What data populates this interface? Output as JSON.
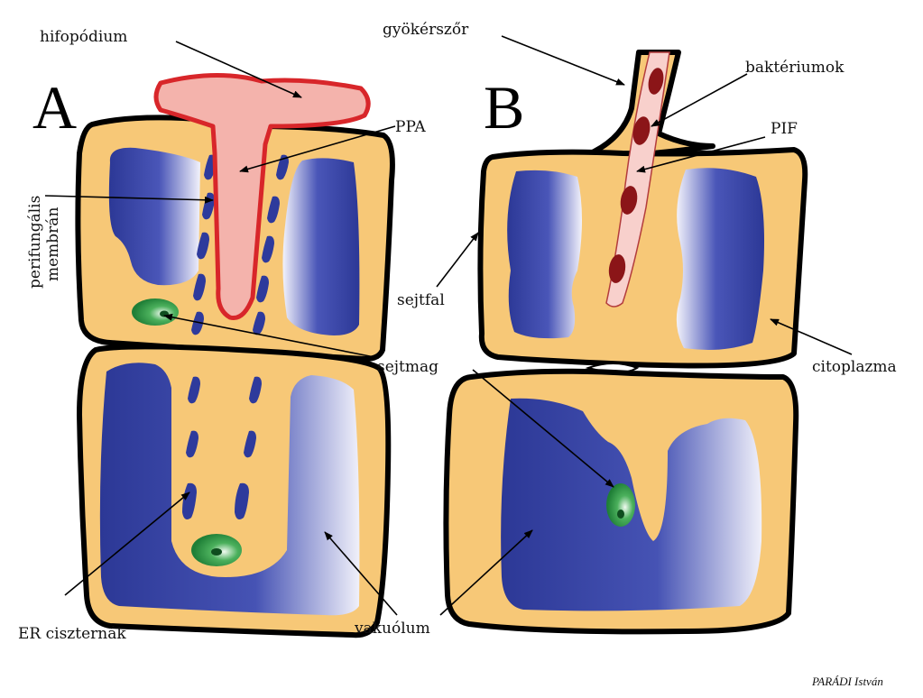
{
  "panels": {
    "a": "A",
    "b": "B"
  },
  "labels": {
    "hifopodium": "hifopódium",
    "ppa": "PPA",
    "perifungalis_line1": "perifungális",
    "perifungalis_line2": "membrán",
    "sejtmag": "sejtmag",
    "er": "ER ciszternák",
    "vakuolum": "vakuólum",
    "gyokerszor": "gyökérszőr",
    "bakteriumok": "baktériumok",
    "pif": "PIF",
    "sejtfal": "sejtfal",
    "citoplazma": "citoplazma"
  },
  "credit": "PARÁDI István",
  "colors": {
    "cytoplasm": "#f7c877",
    "vacuole": "#2e3a9c",
    "hypha_fill": "#f4b3ac",
    "hypha_outline": "#d8262a",
    "nucleus": "#2a9a45",
    "bacteria": "#8b1518",
    "thread": "#f8d0cc"
  }
}
